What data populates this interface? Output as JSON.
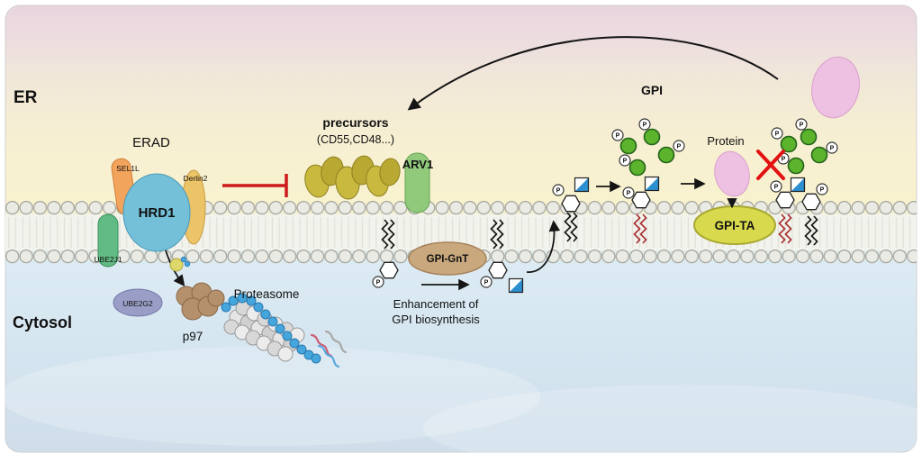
{
  "figure": {
    "regions": {
      "er": "ER",
      "cytosol": "Cytosol"
    },
    "erad": {
      "title": "ERAD",
      "sel1l": "SEL1L",
      "derlin2": "Derlin2",
      "hrd1": "HRD1",
      "ube2j1": "UBE2J1",
      "ube2g2": "UBE2G2",
      "p97": "p97",
      "proteasome": "Proteasome"
    },
    "precursors": {
      "line1": "precursors",
      "line2": "(CD55,CD48...)"
    },
    "arv1": "ARV1",
    "gpi_gnt": "GPI-GnT",
    "enhancement": {
      "line1": "Enhancement of",
      "line2": "GPI biosynthesis"
    },
    "gpi": "GPI",
    "protein": "Protein",
    "gpi_ta": "GPI-TA",
    "symbols": {
      "p": "P"
    },
    "colors": {
      "red_accent": "#cc1a1a",
      "label_red": "#d32222",
      "label_blue": "#2336c8",
      "hrd1": "#74c0d8",
      "sel1l": "#f2a45c",
      "derlin2": "#ecc468",
      "ube2j1": "#62bb84",
      "ube2g2": "#9a9ec6",
      "p97": "#b4906c",
      "ubiquitin_blue": "#45a6de",
      "precursor_light": "#c9b93f",
      "precursor_dark": "#b9a933",
      "arv1": "#8dc878",
      "gpi_gnt": "#c9a87e",
      "gpi_ta": "#d9d94e",
      "protein_pink": "#eec0e2",
      "mannose": "#5cb32c",
      "glcnac": "#2b8fd0",
      "tail_black": "#151515",
      "tail_red": "#a83030",
      "x_red": "#e31212"
    }
  }
}
